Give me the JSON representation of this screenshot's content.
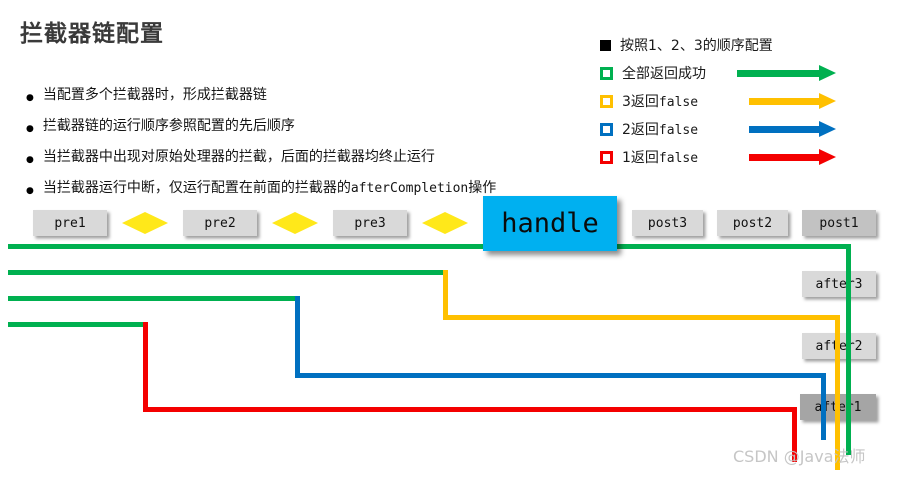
{
  "title": "拦截器链配置",
  "marker": "●",
  "bullets": [
    {
      "text": "当配置多个拦截器时，形成拦截器链"
    },
    {
      "text": "拦截器链的运行顺序参照配置的先后顺序"
    },
    {
      "text": "当拦截器中出现对原始处理器的拦截，后面的拦截器均终止运行"
    },
    {
      "prefix": "当拦截器运行中断，仅运行配置在前面的拦截器的",
      "code": "afterCompletion",
      "suffix": "操作"
    }
  ],
  "legend": [
    {
      "label": "按照1、2、3的顺序配置",
      "swatch": "#000000"
    },
    {
      "label": "全部返回成功",
      "swatch": "#00b050",
      "arrow": "#00b050"
    },
    {
      "label": "3返回",
      "code": "false",
      "swatch": "#ffc000",
      "arrow": "#ffc000"
    },
    {
      "label": "2返回",
      "code": "false",
      "swatch": "#0070c0",
      "arrow": "#0070c0"
    },
    {
      "label": "1返回",
      "code": "false",
      "swatch": "#f40000",
      "arrow": "#f40000"
    }
  ],
  "flow": {
    "pre1": "pre1",
    "pre2": "pre2",
    "pre3": "pre3",
    "handle": "handle",
    "post3": "post3",
    "post2": "post2",
    "post1": "post1",
    "after3": "after3",
    "after2": "after2",
    "after1": "after1"
  },
  "colors": {
    "success_green": "#00b050",
    "fail3_yellow": "#ffc000",
    "fail2_blue": "#0070c0",
    "fail1_red": "#f40000",
    "handle_fill": "#00b0f0",
    "box_fill": "#d9d9d9",
    "diamond_fill": "#ffe81a"
  },
  "watermark": "CSDN @Java法师"
}
